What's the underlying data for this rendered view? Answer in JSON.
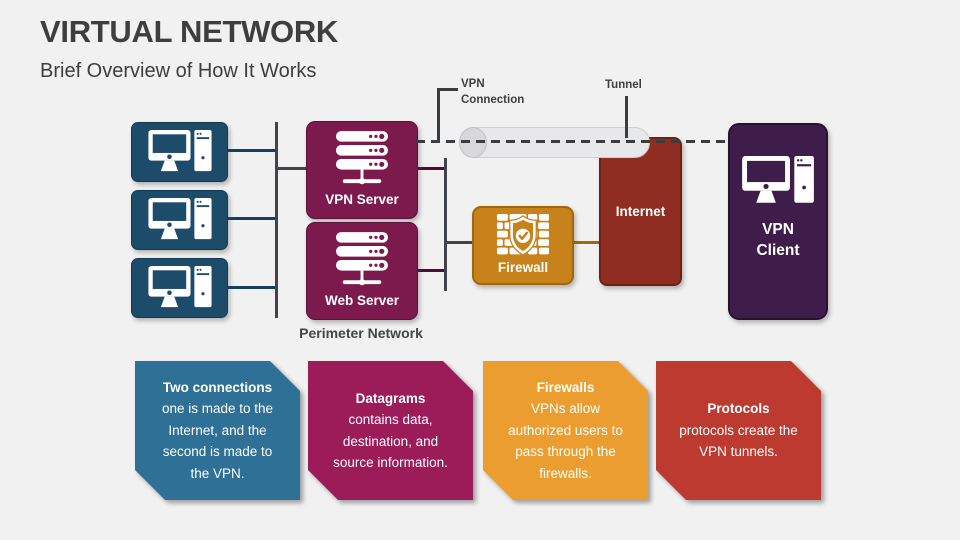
{
  "slide": {
    "title": "VIRTUAL NETWORK",
    "subtitle": "Brief Overview of How It Works"
  },
  "diagram": {
    "vpn_connection_label": "VPN Connection",
    "tunnel_label": "Tunnel",
    "perimeter_label": "Perimeter Network",
    "vpn_server_label": "VPN Server",
    "web_server_label": "Web Server",
    "firewall_label": "Firewall",
    "internet_label": "Internet",
    "vpn_client_label": "VPN Client",
    "colors": {
      "workstation": "#1D4C6B",
      "server": "#7D1A4D",
      "firewall": "#C8821B",
      "internet": "#8F2D23",
      "vpn_client": "#3E1D4A",
      "tunnel": "#E8E7EA",
      "background": "#F1F1F2",
      "text_dark": "#3E3E3E"
    }
  },
  "callouts": [
    {
      "title": "Two connections",
      "body": "one is made to the Internet, and the second is made to the VPN.",
      "color": "#2E7096"
    },
    {
      "title": "Datagrams",
      "body": "contains data, destination, and source information.",
      "color": "#9C1B59"
    },
    {
      "title": "Firewalls",
      "body": "VPNs allow authorized users to pass through the firewalls.",
      "color": "#EC9D30"
    },
    {
      "title": "Protocols",
      "body": "protocols create the VPN tunnels.",
      "color": "#BD3A30"
    }
  ]
}
